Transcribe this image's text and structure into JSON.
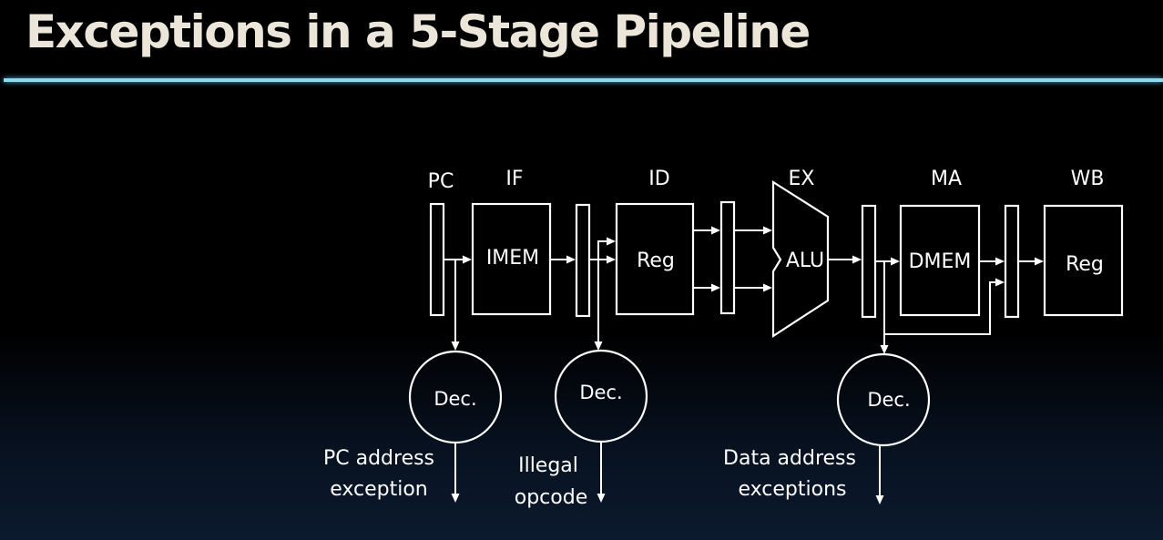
{
  "title": "Exceptions in a 5-Stage Pipeline",
  "stages": {
    "pc": "PC",
    "if": "IF",
    "id": "ID",
    "ex": "EX",
    "ma": "MA",
    "wb": "WB"
  },
  "blocks": {
    "imem": "IMEM",
    "reg_id": "Reg",
    "alu": "ALU",
    "dmem": "DMEM",
    "reg_wb": "Reg"
  },
  "decoders": {
    "pc": "Dec.",
    "id": "Dec.",
    "ma": "Dec."
  },
  "exceptions": {
    "pc_line1": "PC address",
    "pc_line2": "exception",
    "opcode_line1": "Illegal",
    "opcode_line2": "opcode",
    "data_line1": "Data address",
    "data_line2": "exceptions"
  },
  "colors": {
    "background": "#000000",
    "title": "#ebe6d9",
    "rule": "#8fd8ee",
    "lines": "#ffffff"
  }
}
